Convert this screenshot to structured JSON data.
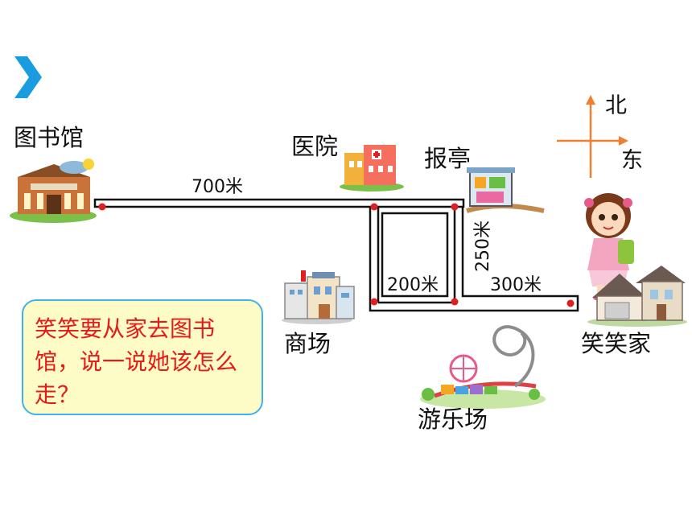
{
  "places": {
    "library": "图书馆",
    "hospital": "医院",
    "newsstand": "报亭",
    "mall": "商场",
    "park": "游乐场",
    "home": "笑笑家"
  },
  "distances": {
    "library_to_hospital": "700米",
    "newsstand_south": "250米",
    "inner_east": "200米",
    "to_home": "300米"
  },
  "compass": {
    "north": "北",
    "east": "东"
  },
  "question": "笑笑要从家去图书馆，说一说她该怎么走？",
  "colors": {
    "chevron": "#1a9de0",
    "route_dot": "#e02020",
    "question_text": "#e51b1b",
    "question_border": "#3fb2ee",
    "question_bg": "#fdfcc6",
    "compass": "#f08030"
  },
  "icons": [
    "chevron-right-icon",
    "library-icon",
    "hospital-icon",
    "newsstand-icon",
    "mall-icon",
    "park-icon",
    "girl-icon",
    "house-icon"
  ]
}
